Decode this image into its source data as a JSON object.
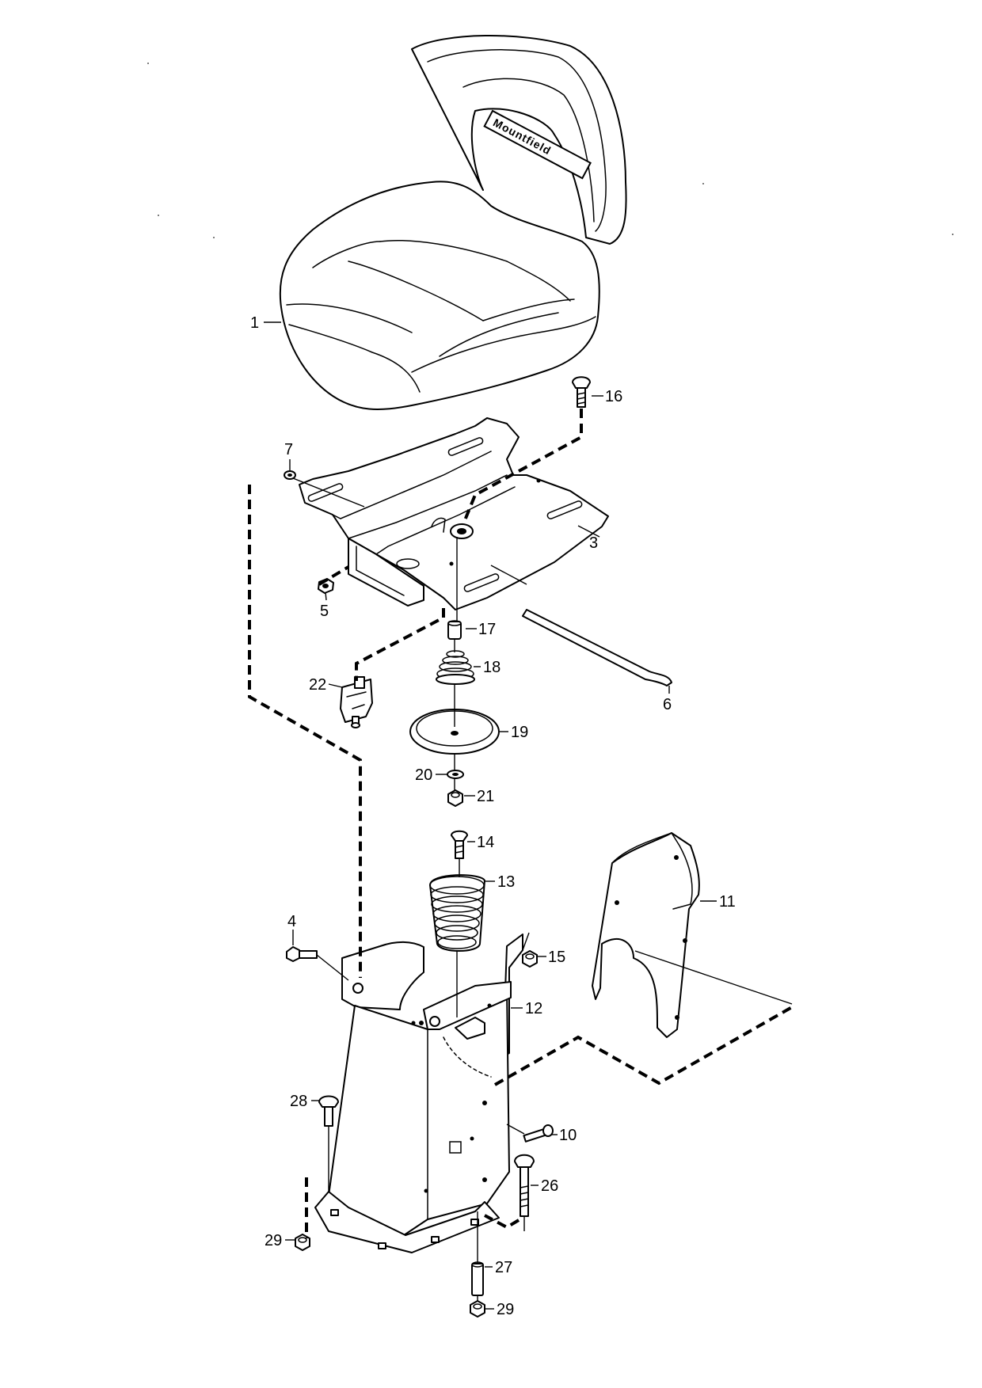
{
  "diagram": {
    "brand_text": "Mountfield",
    "callouts": [
      {
        "id": "1",
        "label": "1"
      },
      {
        "id": "3",
        "label": "3"
      },
      {
        "id": "4",
        "label": "4"
      },
      {
        "id": "5",
        "label": "5"
      },
      {
        "id": "6",
        "label": "6"
      },
      {
        "id": "7",
        "label": "7"
      },
      {
        "id": "10",
        "label": "10"
      },
      {
        "id": "11",
        "label": "11"
      },
      {
        "id": "12",
        "label": "12"
      },
      {
        "id": "13",
        "label": "13"
      },
      {
        "id": "14",
        "label": "14"
      },
      {
        "id": "15",
        "label": "15"
      },
      {
        "id": "16",
        "label": "16"
      },
      {
        "id": "17",
        "label": "17"
      },
      {
        "id": "18",
        "label": "18"
      },
      {
        "id": "19",
        "label": "19"
      },
      {
        "id": "20",
        "label": "20"
      },
      {
        "id": "21",
        "label": "21"
      },
      {
        "id": "22",
        "label": "22"
      },
      {
        "id": "26",
        "label": "26"
      },
      {
        "id": "27",
        "label": "27"
      },
      {
        "id": "28",
        "label": "28"
      },
      {
        "id": "29a",
        "label": "29"
      },
      {
        "id": "29b",
        "label": "29"
      }
    ]
  }
}
